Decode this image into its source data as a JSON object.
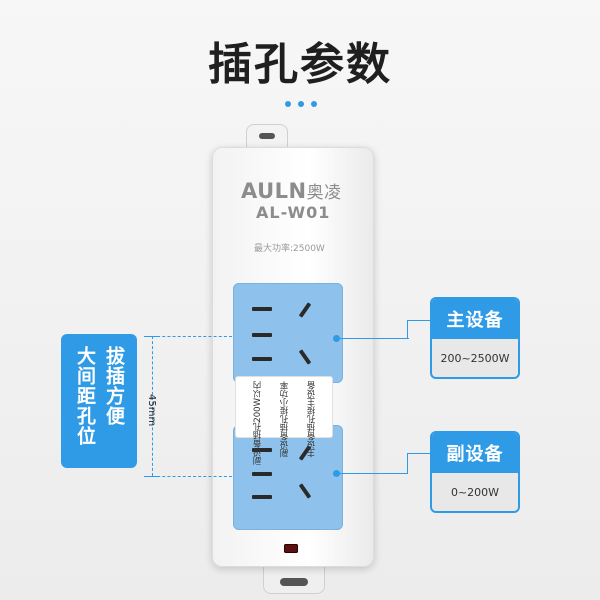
{
  "page": {
    "title": "插孔参数"
  },
  "product": {
    "brand_en": "AULN",
    "brand_cn": "奥凌",
    "model": "AL-W01",
    "max_power": "最大功率:2500W",
    "label_lines": [
      "主设备插孔接主设备",
      "副设备插孔接小功率",
      "副设备插孔200W以内"
    ]
  },
  "left_note": {
    "line1": "拔插方便",
    "line2": "大间距孔位"
  },
  "dimension": {
    "label": "45mm"
  },
  "main_device": {
    "title": "主设备",
    "range": "200~2500W"
  },
  "sub_device": {
    "title": "副设备",
    "range": "0~200W"
  },
  "colors": {
    "accent": "#2f9be6",
    "panel": "#8ec2ec"
  }
}
